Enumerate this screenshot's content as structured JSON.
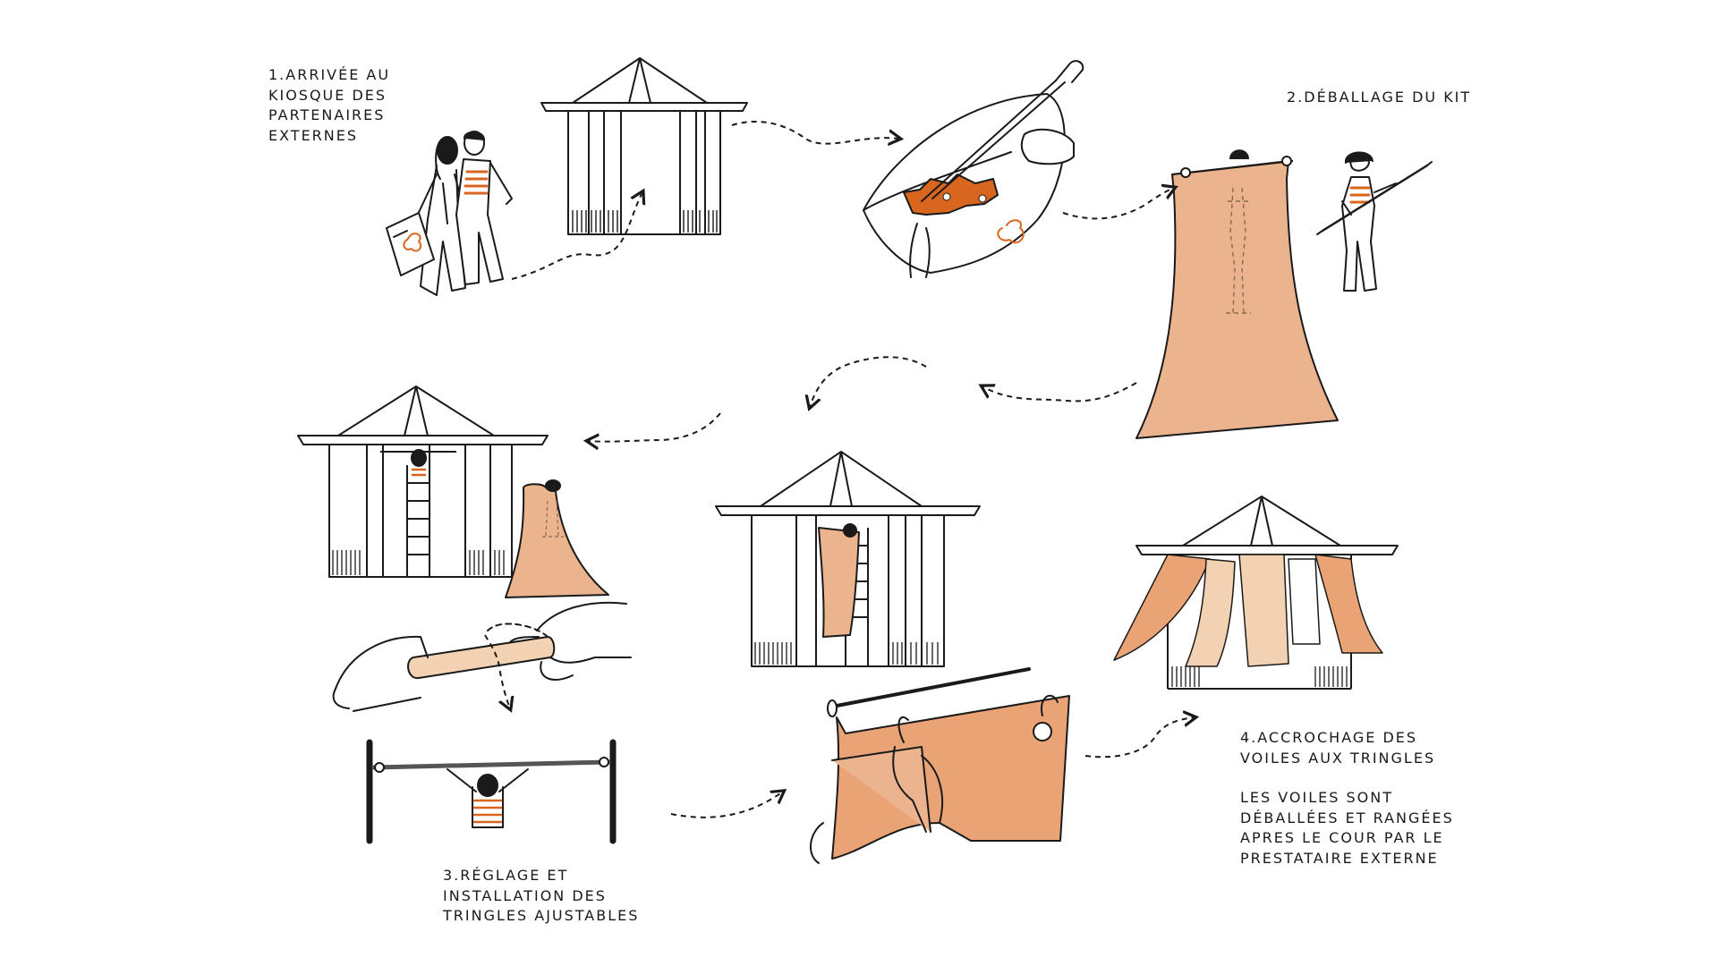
{
  "colors": {
    "ink": "#1a1a1a",
    "veil": "#ebb48e",
    "veil_light": "#f2d2b2",
    "veil_mid": "#e9a375",
    "accent_orange": "#d8661e"
  },
  "icons": [
    "people-arriving-icon",
    "kiosk-icon",
    "bag-unpacking-icon",
    "person-with-veil-icon",
    "person-with-rod-icon",
    "kiosk-with-ladder-icon",
    "hands-adjusting-rod-icon",
    "rod-installed-icon",
    "hands-hooking-veil-icon",
    "kiosk-veils-hanging-icon",
    "dashed-arrow-icon"
  ],
  "steps": [
    {
      "id": "step1",
      "lines": [
        "1.ARRIVÉE AU",
        "KIOSQUE DES",
        "PARTENAIRES",
        "EXTERNES"
      ]
    },
    {
      "id": "step2",
      "lines": [
        "2.DÉBALLAGE DU KIT"
      ]
    },
    {
      "id": "step3",
      "lines": [
        "3.RÉGLAGE ET",
        "INSTALLATION DES",
        "TRINGLES AJUSTABLES"
      ]
    },
    {
      "id": "step4",
      "lines": [
        "4.ACCROCHAGE DES",
        "VOILES AUX TRINGLES"
      ],
      "note": [
        "LES VOILES SONT",
        "DÉBALLÉES ET RANGÉES",
        "APRES LE COUR PAR LE",
        "PRESTATAIRE EXTERNE"
      ]
    }
  ]
}
